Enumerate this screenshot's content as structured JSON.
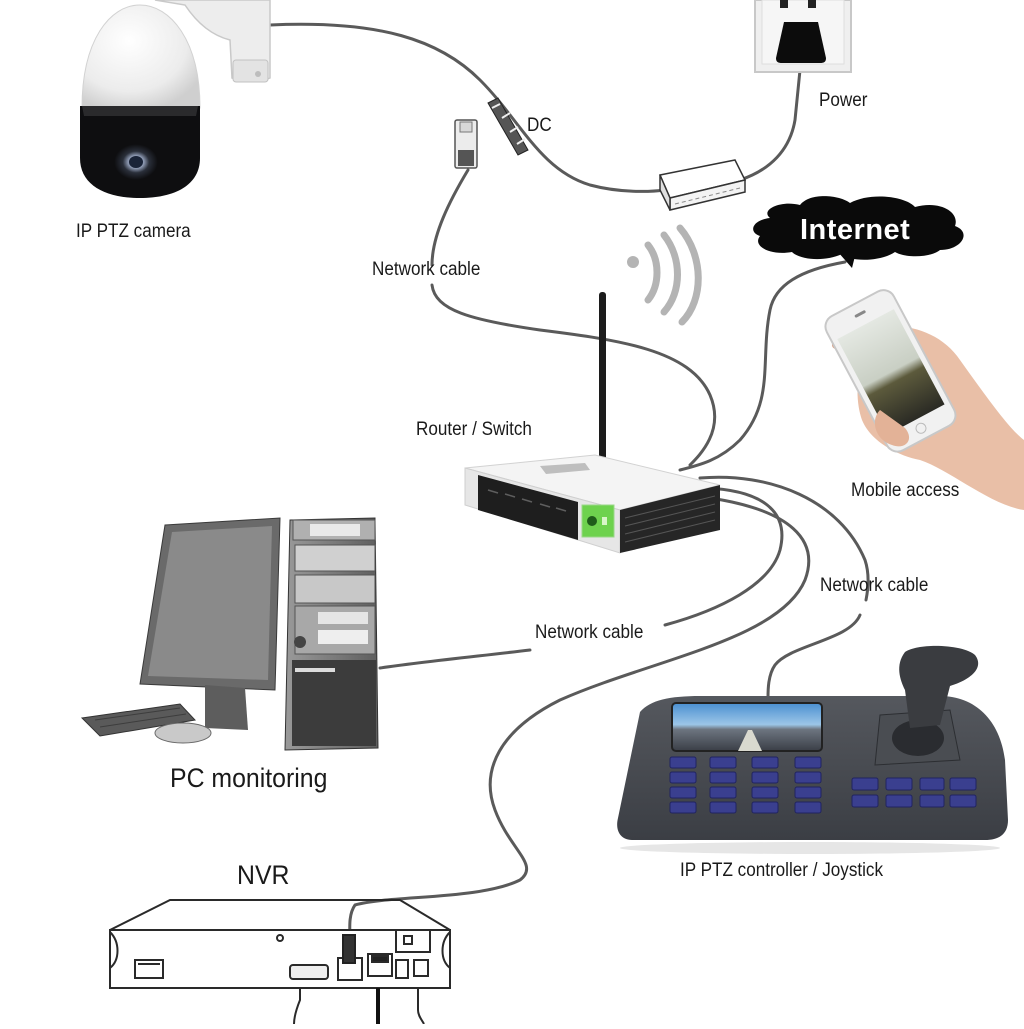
{
  "diagram": {
    "title": "IP PTZ camera network topology",
    "nodes": {
      "camera": {
        "label": "IP PTZ camera",
        "icon": "ptz-camera-icon"
      },
      "power": {
        "label": "Power",
        "icon": "power-outlet-icon"
      },
      "dc": {
        "label": "DC",
        "icon": "dc-connector-icon"
      },
      "internet": {
        "label": "Internet",
        "icon": "cloud-icon"
      },
      "router": {
        "label": "Router / Switch",
        "icon": "router-icon"
      },
      "mobile": {
        "label": "Mobile access",
        "icon": "smartphone-icon"
      },
      "pc": {
        "label": "PC monitoring",
        "icon": "desktop-computer-icon"
      },
      "controller": {
        "label": "IP PTZ controller / Joystick",
        "icon": "joystick-controller-icon"
      },
      "nvr": {
        "label": "NVR",
        "icon": "nvr-icon"
      }
    },
    "cable_labels": {
      "camera_router": "Network cable",
      "router_pc": "Network cable",
      "router_controller": "Network cable"
    },
    "colors": {
      "cable": "#5a5a5a",
      "router_led": "#5fd34a",
      "controller_key": "#3a3f8f"
    }
  }
}
